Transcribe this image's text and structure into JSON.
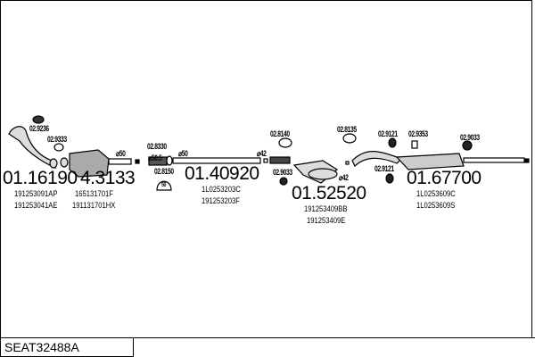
{
  "title_box": "SEAT32488A",
  "part_numbers": [
    "01.16190",
    "4.3133",
    "01.40920",
    "01.52520",
    "01.67700"
  ],
  "oe_refs": {
    "p1": [
      "191253091AP",
      "191253041AE"
    ],
    "p2": [
      "165131701F",
      "191131701HX"
    ],
    "p3": [
      "1L0253203C",
      "191253203F"
    ],
    "p4": [
      "191253409BB",
      "191253409E"
    ],
    "p5": [
      "1L0253609C",
      "1L0253609S"
    ]
  },
  "accessories": [
    "02.9236",
    "02.9333",
    "02.8330",
    "02.8150",
    "02.8140",
    "02.9033",
    "02.8135",
    "02.9121",
    "02.9353",
    "02.9121",
    "02.9033"
  ],
  "diameters": [
    "⌀50",
    "⌀50.5",
    "⌀50",
    "⌀42",
    "⌀42"
  ],
  "clamp_label": "50"
}
